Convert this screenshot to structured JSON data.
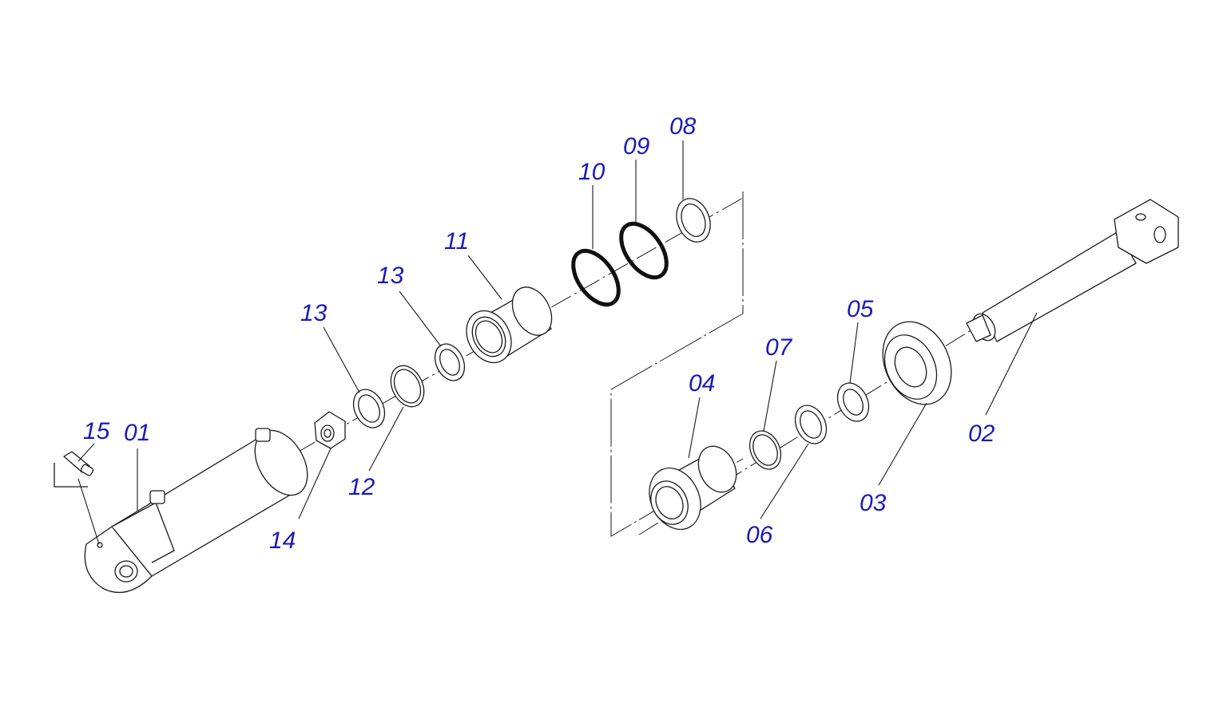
{
  "accent_color": "#1a1ab8",
  "callouts": [
    {
      "id": "15",
      "label": "15"
    },
    {
      "id": "01",
      "label": "01"
    },
    {
      "id": "14",
      "label": "14"
    },
    {
      "id": "13a",
      "label": "13"
    },
    {
      "id": "12",
      "label": "12"
    },
    {
      "id": "13b",
      "label": "13"
    },
    {
      "id": "11",
      "label": "11"
    },
    {
      "id": "10",
      "label": "10"
    },
    {
      "id": "09",
      "label": "09"
    },
    {
      "id": "08",
      "label": "08"
    },
    {
      "id": "04",
      "label": "04"
    },
    {
      "id": "07",
      "label": "07"
    },
    {
      "id": "06",
      "label": "06"
    },
    {
      "id": "05",
      "label": "05"
    },
    {
      "id": "03",
      "label": "03"
    },
    {
      "id": "02",
      "label": "02"
    }
  ]
}
